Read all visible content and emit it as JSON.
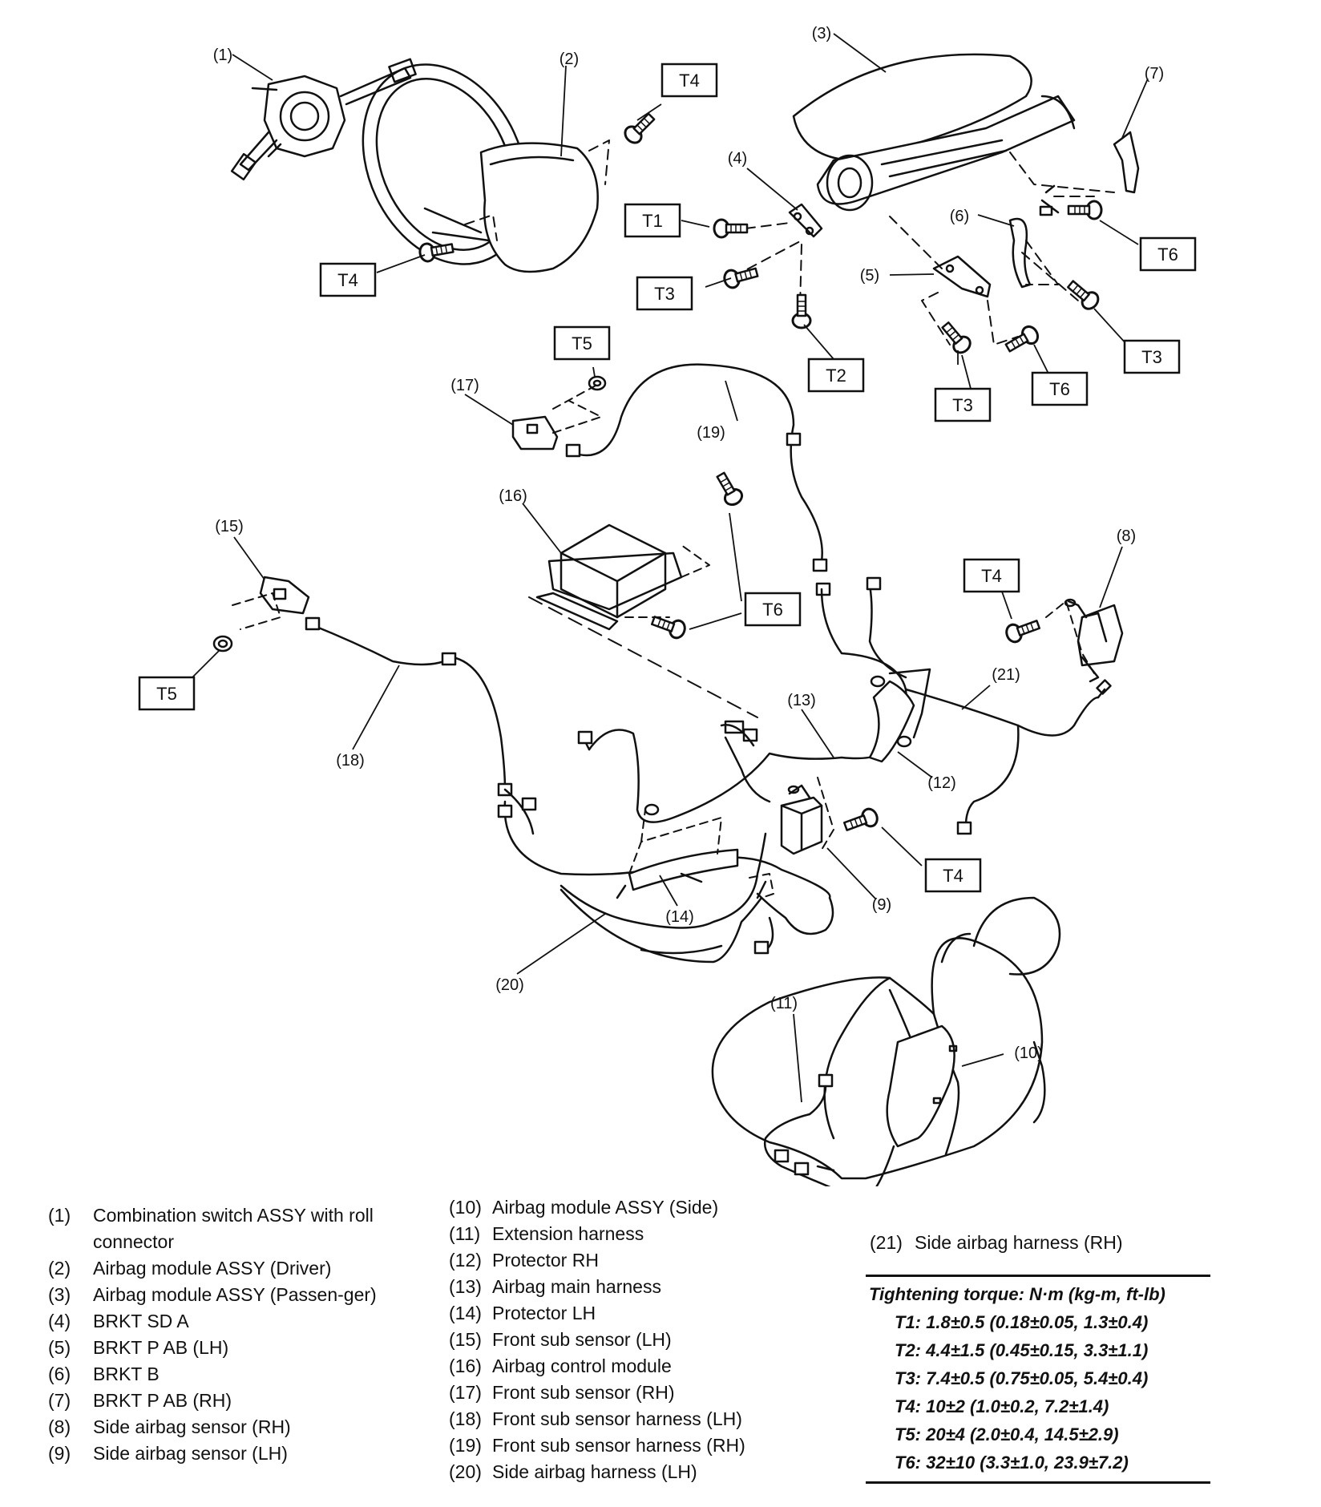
{
  "callouts": {
    "c1": "(1)",
    "c2": "(2)",
    "c3": "(3)",
    "c4": "(4)",
    "c5": "(5)",
    "c6": "(6)",
    "c7": "(7)",
    "c8": "(8)",
    "c9": "(9)",
    "c10": "(10)",
    "c11": "(11)",
    "c12": "(12)",
    "c13": "(13)",
    "c14": "(14)",
    "c15": "(15)",
    "c16": "(16)",
    "c17": "(17)",
    "c18": "(18)",
    "c19": "(19)",
    "c20": "(20)",
    "c21": "(21)"
  },
  "boxes": {
    "t1": "T1",
    "t2": "T2",
    "t3": "T3",
    "t4": "T4",
    "t5": "T5",
    "t6": "T6"
  },
  "legend": {
    "left": [
      {
        "num": "(1)",
        "text": "Combination switch ASSY with roll connector"
      },
      {
        "num": "(2)",
        "text": "Airbag module ASSY (Driver)"
      },
      {
        "num": "(3)",
        "text": "Airbag module ASSY (Passen-ger)"
      },
      {
        "num": "(4)",
        "text": "BRKT SD A"
      },
      {
        "num": "(5)",
        "text": "BRKT P AB (LH)"
      },
      {
        "num": "(6)",
        "text": "BRKT B"
      },
      {
        "num": "(7)",
        "text": "BRKT P AB (RH)"
      },
      {
        "num": "(8)",
        "text": "Side airbag sensor (RH)"
      },
      {
        "num": "(9)",
        "text": "Side airbag sensor (LH)"
      }
    ],
    "mid": [
      {
        "num": "(10)",
        "text": "Airbag module ASSY (Side)"
      },
      {
        "num": "(11)",
        "text": "Extension harness"
      },
      {
        "num": "(12)",
        "text": "Protector RH"
      },
      {
        "num": "(13)",
        "text": "Airbag main harness"
      },
      {
        "num": "(14)",
        "text": "Protector LH"
      },
      {
        "num": "(15)",
        "text": "Front sub sensor (LH)"
      },
      {
        "num": "(16)",
        "text": "Airbag control module"
      },
      {
        "num": "(17)",
        "text": "Front sub sensor (RH)"
      },
      {
        "num": "(18)",
        "text": "Front sub sensor harness (LH)"
      },
      {
        "num": "(19)",
        "text": "Front sub sensor harness (RH)"
      },
      {
        "num": "(20)",
        "text": "Side airbag harness (LH)"
      }
    ],
    "right": {
      "num": "(21)",
      "text": "Side airbag harness (RH)"
    }
  },
  "torque": {
    "title": "Tightening torque: N·m (kg-m, ft-lb)",
    "rows": [
      "T1: 1.8±0.5 (0.18±0.05, 1.3±0.4)",
      "T2: 4.4±1.5 (0.45±0.15, 3.3±1.1)",
      "T3: 7.4±0.5 (0.75±0.05, 5.4±0.4)",
      "T4: 10±2 (1.0±0.2, 7.2±1.4)",
      "T5: 20±4 (2.0±0.4, 14.5±2.9)",
      "T6: 32±10 (3.3±1.0, 23.9±7.2)"
    ]
  }
}
